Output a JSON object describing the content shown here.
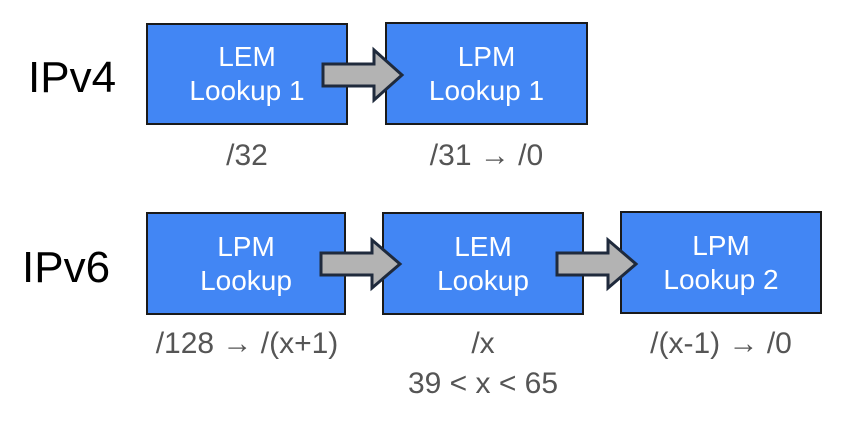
{
  "colors": {
    "box_fill": "#4286f4",
    "box_border": "#1a1a1a",
    "box_text": "#ffffff",
    "arrow_fill": "#b3b3b3",
    "arrow_stroke": "#1f2a3c",
    "label": "#000000",
    "caption": "#555555"
  },
  "ipv4": {
    "label": "IPv4",
    "stages": [
      {
        "line1": "LEM",
        "line2": "Lookup 1",
        "caption": "/32",
        "caption2": ""
      },
      {
        "line1": "LPM",
        "line2": "Lookup 1",
        "caption": "/31 → /0",
        "caption2": ""
      }
    ]
  },
  "ipv6": {
    "label": "IPv6",
    "stages": [
      {
        "line1": "LPM",
        "line2": "Lookup",
        "caption": "/128 → /(x+1)",
        "caption2": ""
      },
      {
        "line1": "LEM",
        "line2": "Lookup",
        "caption": "/x",
        "caption2": "39 < x < 65"
      },
      {
        "line1": "LPM",
        "line2": "Lookup 2",
        "caption": "/(x-1) → /0",
        "caption2": ""
      }
    ]
  }
}
